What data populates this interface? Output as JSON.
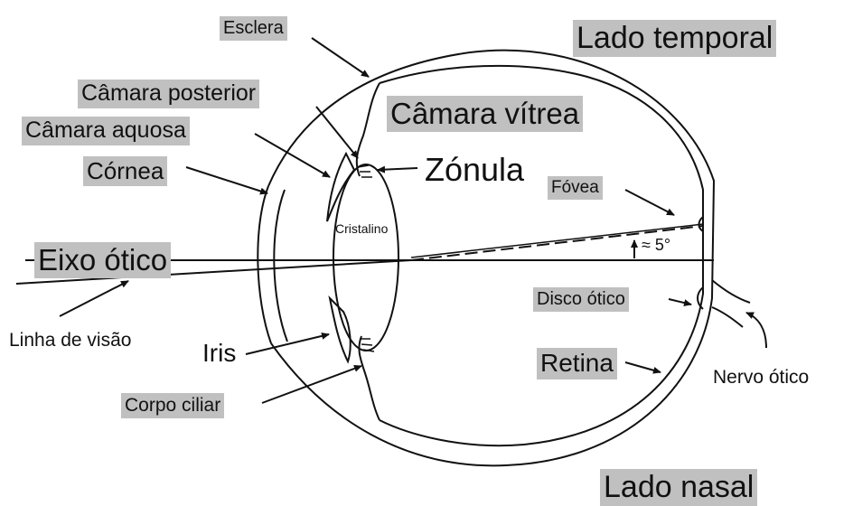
{
  "labels": {
    "esclera": "Esclera",
    "lado_temporal": "Lado temporal",
    "camara_posterior": "Câmara posterior",
    "camara_vitrea": "Câmara vítrea",
    "camara_aquosa": "Câmara aquosa",
    "zonula": "Zónula",
    "cornea": "Córnea",
    "fovea": "Fóvea",
    "cristalino": "Cristalino",
    "eixo_otico": "Eixo ótico",
    "angulo": "≈ 5°",
    "disco_otico": "Disco ótico",
    "linha_de_visao": "Linha de visão",
    "iris": "Iris",
    "retina": "Retina",
    "nervo_otico": "Nervo ótico",
    "corpo_ciliar": "Corpo ciliar",
    "lado_nasal": "Lado nasal"
  },
  "colors": {
    "label_highlight": "#c0c0c0",
    "line": "#111111",
    "background": "#ffffff"
  }
}
